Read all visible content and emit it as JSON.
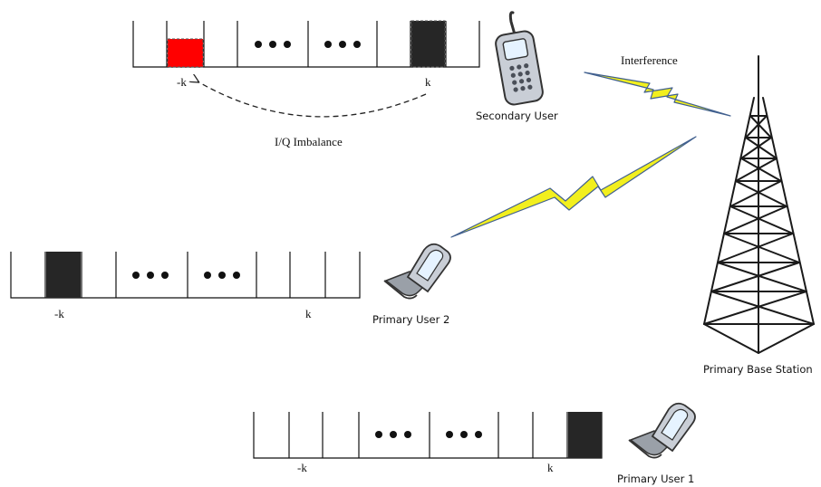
{
  "labels": {
    "secondary_user": "Secondary User",
    "primary_user_2": "Primary User 2",
    "primary_user_1": "Primary User 1",
    "primary_base_station": "Primary Base Station",
    "interference": "Interference",
    "iq_imbalance": "I/Q Imbalance"
  },
  "subcarrier_rows": [
    {
      "id": "secondary",
      "marker_left": "-k",
      "marker_right": "k",
      "mirror_color": "#ff0000",
      "active_color": "#262626"
    },
    {
      "id": "primary2",
      "marker_left": "-k",
      "marker_right": "k",
      "active_color": "#262626"
    },
    {
      "id": "primary1",
      "marker_left": "-k",
      "marker_right": "k",
      "active_color": "#262626"
    }
  ],
  "colors": {
    "lightning": "#f2ef1e",
    "lightning_edge": "#41608f",
    "phone_body": "#c9ced6",
    "tower": "#1a1a1a"
  },
  "icons": [
    "cell-phone-icon",
    "flip-phone-icon",
    "flip-phone-icon",
    "transmission-tower-icon",
    "lightning-bolt-icon",
    "dashed-arc-arrow-icon"
  ]
}
